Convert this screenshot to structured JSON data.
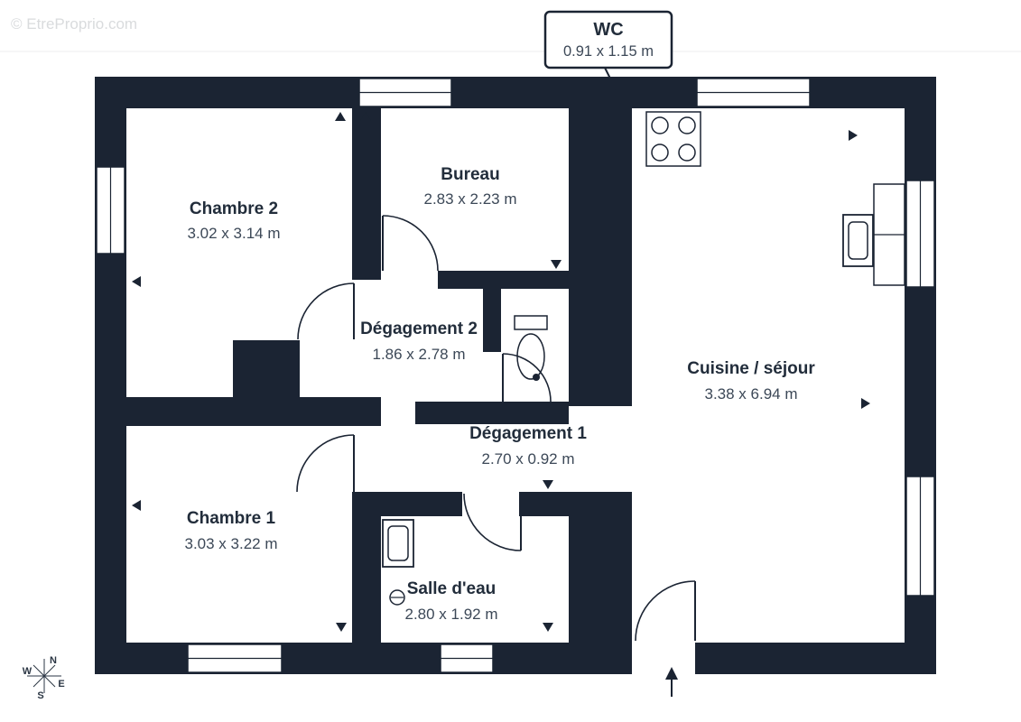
{
  "watermark": "© EtreProprio.com",
  "colors": {
    "wall": "#1b2433",
    "room_text": "#222d3b",
    "dim_text": "#3c4857",
    "watermark": "#d9dbdd"
  },
  "callout": {
    "name": "WC",
    "dims": "0.91 x 1.15 m"
  },
  "rooms": [
    {
      "name": "Chambre 2",
      "dims": "3.02 x 3.14 m"
    },
    {
      "name": "Bureau",
      "dims": "2.83 x 2.23 m"
    },
    {
      "name": "Dégagement 2",
      "dims": "1.86 x 2.78 m"
    },
    {
      "name": "Cuisine / séjour",
      "dims": "3.38 x 6.94 m"
    },
    {
      "name": "Dégagement 1",
      "dims": "2.70 x 0.92 m"
    },
    {
      "name": "Chambre 1",
      "dims": "3.03 x 3.22 m"
    },
    {
      "name": "Salle d'eau",
      "dims": "2.80 x 1.92 m"
    }
  ],
  "compass": {
    "north": "N",
    "south": "S",
    "east": "E",
    "west": "W"
  },
  "icons": {
    "stove": "stove-icon",
    "toilet": "toilet-icon",
    "kitchen_sink": "sink-icon",
    "bathroom_sink": "sink-icon",
    "entrance": "entrance-arrow-icon",
    "compass": "compass-icon"
  }
}
